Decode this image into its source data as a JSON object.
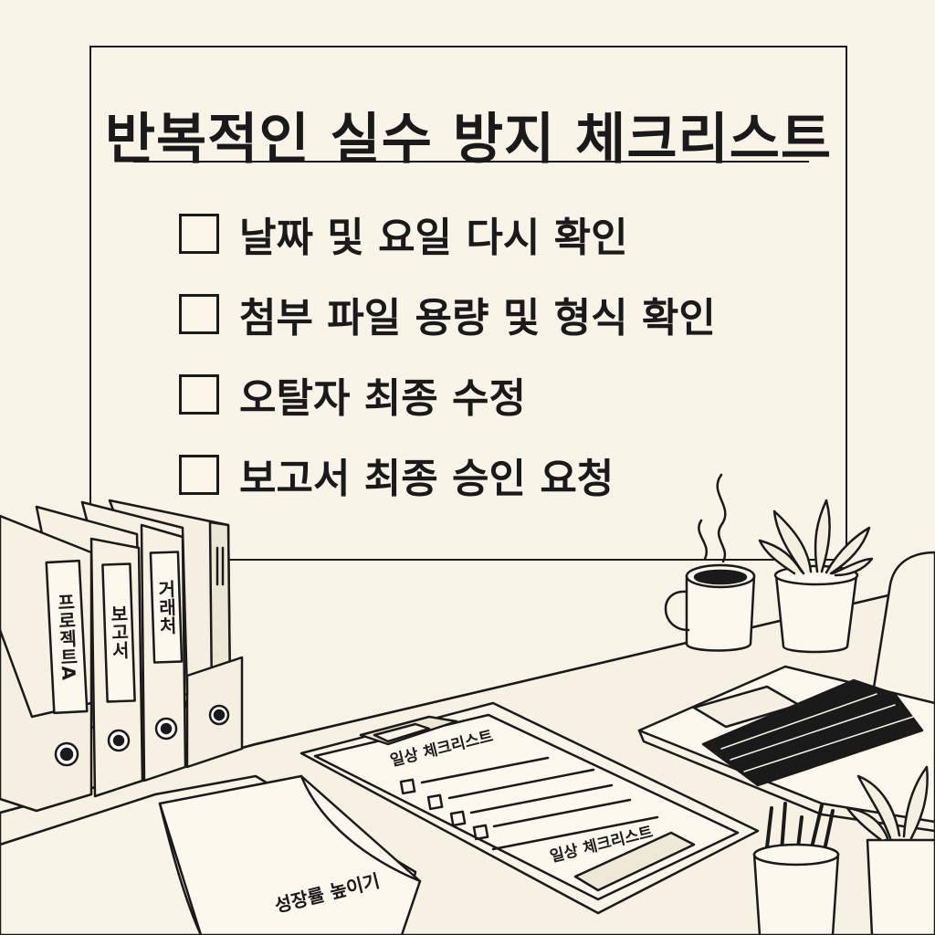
{
  "board": {
    "title": "반복적인 실수 방지 체크리스트",
    "items": [
      {
        "label": "날짜 및 요일 다시 확인",
        "checked": false
      },
      {
        "label": "첨부 파일 용량 및 형식 확인",
        "checked": false
      },
      {
        "label": "오탈자 최종 수정",
        "checked": false
      },
      {
        "label": "보고서 최종 승인 요청",
        "checked": false
      }
    ]
  },
  "binders": {
    "labels": [
      "프로젝트A",
      "보고서",
      "거래처"
    ]
  },
  "clipboard": {
    "header": "일상 체크리스트",
    "footer": "일상 체크리스트"
  },
  "notepad": {
    "text": "성장률 높이기"
  },
  "icons": [
    "coffee-cup-icon",
    "potted-plant-icon",
    "laptop-icon",
    "pen-holder-icon",
    "clipboard-icon",
    "binder-icon",
    "notepad-icon"
  ]
}
